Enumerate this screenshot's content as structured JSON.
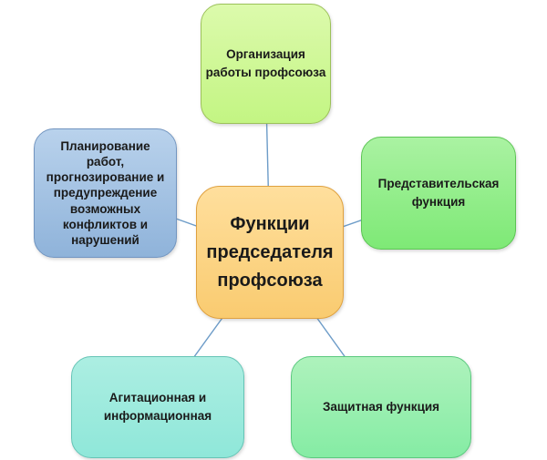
{
  "diagram": {
    "title": "Функции председателя профсоюза",
    "connector_color": "#6d9cc8",
    "nodes": {
      "center": {
        "label": "Функции\nпредседателя\nпрофсоюза",
        "fill_top": "#ffdf9d",
        "fill_bottom": "#f9cb70",
        "border": "#dfa13f"
      },
      "top": {
        "label": "Организация\nработы профсоюза",
        "fill_top": "#dcfaac",
        "fill_bottom": "#c3f583",
        "border": "#9cc15a"
      },
      "left": {
        "label": "Планирование\nработ,\nпрогнозирование и\nпредупреждение\nвозможных\nконфликтов и\nнарушений",
        "fill_top": "#b9d2ec",
        "fill_bottom": "#8fb3da",
        "border": "#7295c0"
      },
      "right": {
        "label": "Представительская\nфункция",
        "fill_top": "#aaf2a2",
        "fill_bottom": "#7ee976",
        "border": "#5cc454"
      },
      "bottom_left": {
        "label": "Агитационная и\nинформационная",
        "fill_top": "#aceee2",
        "fill_bottom": "#8fe7d9",
        "border": "#66c4b6"
      },
      "bottom_right": {
        "label": "Защитная функция",
        "fill_top": "#aef2bc",
        "fill_bottom": "#85eca4",
        "border": "#5bc97f"
      }
    }
  }
}
